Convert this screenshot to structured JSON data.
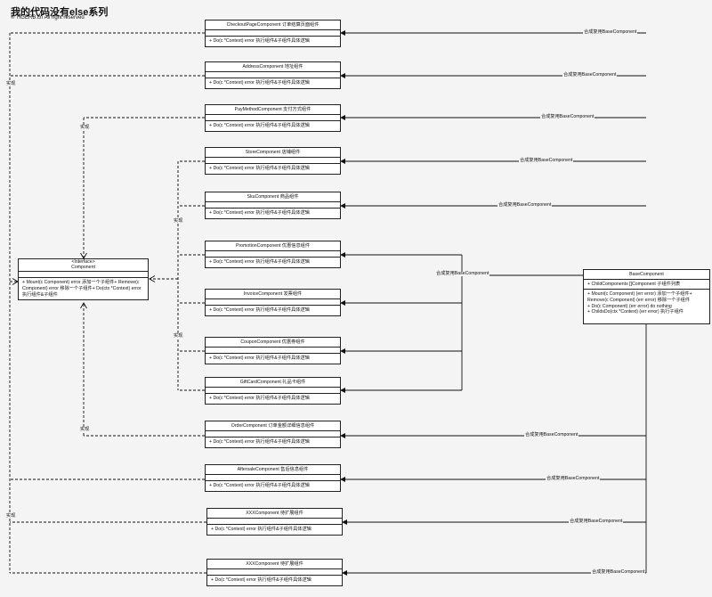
{
  "header": {
    "title": "我的代码没有else系列",
    "copyright": "© TIGERB.cn All right reserved"
  },
  "interface_box": {
    "stereotype": "<Interface>",
    "name": "Component",
    "methods": "+ Mount(c Component) error 添加一个子组件+ Remove(c Component) error 移除一个子组件+ Do(ctx *Context) error 执行组件&子组件"
  },
  "base_box": {
    "name": "BaseComponent",
    "attr": "+ ChildComponents []Component 子组件列表",
    "methods": [
      "+ Mount(c Component) (err error) 添加一个子组件+",
      "Remove(c Component) (err error) 移除一个子组件",
      "+ Do(c Component) (err error)   do nothing",
      "+ ChildsDo(ctx *Context) (err error) 执行子组件"
    ]
  },
  "components": [
    {
      "name": "CheckoutPageComponent 订单结算页面组件",
      "method": "+ Do(c *Context) error 执行组件&子组件具体逻辑"
    },
    {
      "name": "AddressComponent 地址组件",
      "method": "+ Do(c *Context) error 执行组件&子组件具体逻辑"
    },
    {
      "name": "PayMethodComponent 支付方式组件",
      "method": "+ Do(c *Context) error 执行组件&子组件具体逻辑"
    },
    {
      "name": "StoreComponent 店铺组件",
      "method": "+ Do(c *Context) error 执行组件&子组件具体逻辑"
    },
    {
      "name": "SkuComponent 商品组件",
      "method": "+ Do(c *Context) error 执行组件&子组件具体逻辑"
    },
    {
      "name": "PromotionComponent 优惠信息组件",
      "method": "+ Do(c *Context) error 执行组件&子组件具体逻辑"
    },
    {
      "name": "InvoiceComponent 发票组件",
      "method": "+ Do(c *Context) error 执行组件&子组件具体逻辑"
    },
    {
      "name": "CouponComponent 优惠券组件",
      "method": "+ Do(c *Context) error 执行组件&子组件具体逻辑"
    },
    {
      "name": "GiftCardComponent 礼品卡组件",
      "method": "+ Do(c *Context) error 执行组件&子组件具体逻辑"
    },
    {
      "name": "OrderComponent 订单金额详细信息组件",
      "method": "+ Do(c *Context) error 执行组件&子组件具体逻辑"
    },
    {
      "name": "AftersaleComponent 售后信息组件",
      "method": "+ Do(c *Context) error 执行组件&子组件具体逻辑"
    },
    {
      "name": "XXXComponent 待扩展组件",
      "method": "+ Do(c *Context) error 执行组件&子组件具体逻辑"
    },
    {
      "name": "XXXComponent 待扩展组件",
      "method": "+ Do(c *Context) error 执行组件&子组件具体逻辑"
    }
  ],
  "labels": {
    "compose": "合成复用BaseComponent",
    "implement": "实现"
  }
}
